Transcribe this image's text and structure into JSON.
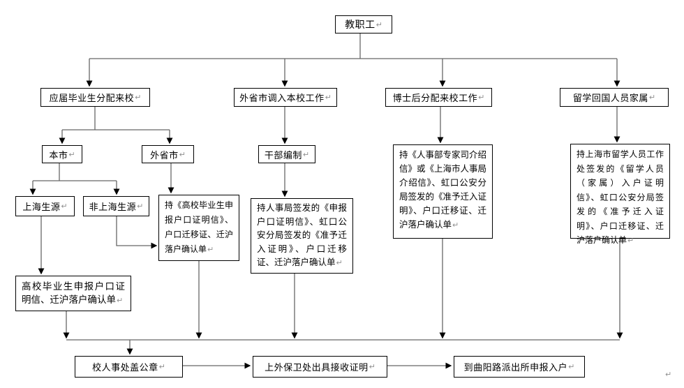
{
  "paragraph_mark": "↵",
  "colors": {
    "background": "#ffffff",
    "box_border": "#000000",
    "connector_line": "#666666",
    "arrowhead": "#000000",
    "paragraph_mark": "#909090"
  },
  "nodes": {
    "staff": {
      "label": "教职工"
    },
    "fresh_grads": {
      "label": "应届毕业生分配来校"
    },
    "transfer_work": {
      "label": "外省市调入本校工作"
    },
    "postdoc": {
      "label": "博士后分配来校工作"
    },
    "returnee_family": {
      "label": "留学回国人员家属"
    },
    "local_city": {
      "label": "本市"
    },
    "other_province": {
      "label": "外省市"
    },
    "cadre": {
      "label": "干部编制"
    },
    "shanghai_origin": {
      "label": "上海生源"
    },
    "non_shanghai_origin": {
      "label": "非上海生源"
    },
    "grad_docs": {
      "label": "持《高校毕业生申报户口证明信》、户口迁移证、迁沪落户确认单"
    },
    "transfer_docs": {
      "label": "持人事局签发的《申报户口证明信》、虹口公安分局签发的《准予迁入证明》、户口迁移证、迁沪落户确认单"
    },
    "postdoc_docs": {
      "label": "持《人事部专家司介绍信》或《上海市人事局介绍信》、虹口公安分局签发的《准予迁入证明》、户口迁移证、迁沪落户确认单"
    },
    "returnee_docs": {
      "label": "持上海市留学人员工作处签发的《留学人员（家属）入户证明信》、虹口公安分局签发的《准予迁入证明》、户口迁移证、迁沪落户确认单"
    },
    "shanghai_grad_docs": {
      "label": "高校毕业生申报户口证明信、迁沪落户确认单"
    },
    "hr_seal": {
      "label": "校人事处盖公章"
    },
    "security_cert": {
      "label": "上外保卫处出具接收证明"
    },
    "police_register": {
      "label": "到曲阳路派出所申报入户"
    }
  }
}
